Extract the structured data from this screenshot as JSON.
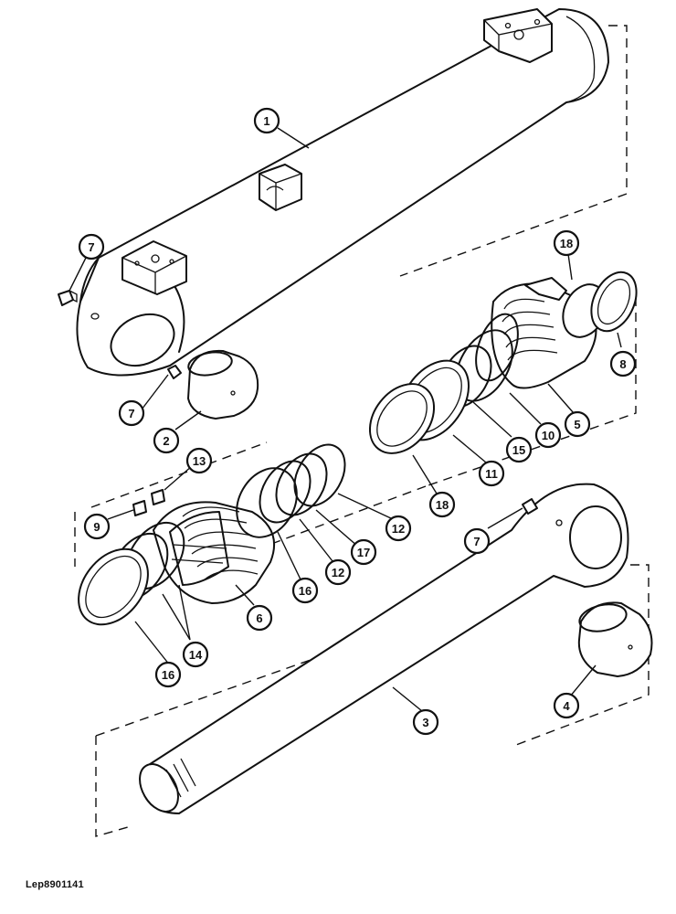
{
  "diagram": {
    "reference_code": "Lep8901141",
    "callouts": [
      {
        "id": "c1",
        "label": "1"
      },
      {
        "id": "c7a",
        "label": "7"
      },
      {
        "id": "c7b",
        "label": "7"
      },
      {
        "id": "c2",
        "label": "2"
      },
      {
        "id": "c18a",
        "label": "18"
      },
      {
        "id": "c8",
        "label": "8"
      },
      {
        "id": "c5",
        "label": "5"
      },
      {
        "id": "c10",
        "label": "10"
      },
      {
        "id": "c15",
        "label": "15"
      },
      {
        "id": "c11",
        "label": "11"
      },
      {
        "id": "c18b",
        "label": "18"
      },
      {
        "id": "c13",
        "label": "13"
      },
      {
        "id": "c9",
        "label": "9"
      },
      {
        "id": "c12a",
        "label": "12"
      },
      {
        "id": "c17",
        "label": "17"
      },
      {
        "id": "c12b",
        "label": "12"
      },
      {
        "id": "c16a",
        "label": "16"
      },
      {
        "id": "c6",
        "label": "6"
      },
      {
        "id": "c14",
        "label": "14"
      },
      {
        "id": "c16b",
        "label": "16"
      },
      {
        "id": "c7c",
        "label": "7"
      },
      {
        "id": "c4",
        "label": "4"
      },
      {
        "id": "c3",
        "label": "3"
      }
    ]
  }
}
